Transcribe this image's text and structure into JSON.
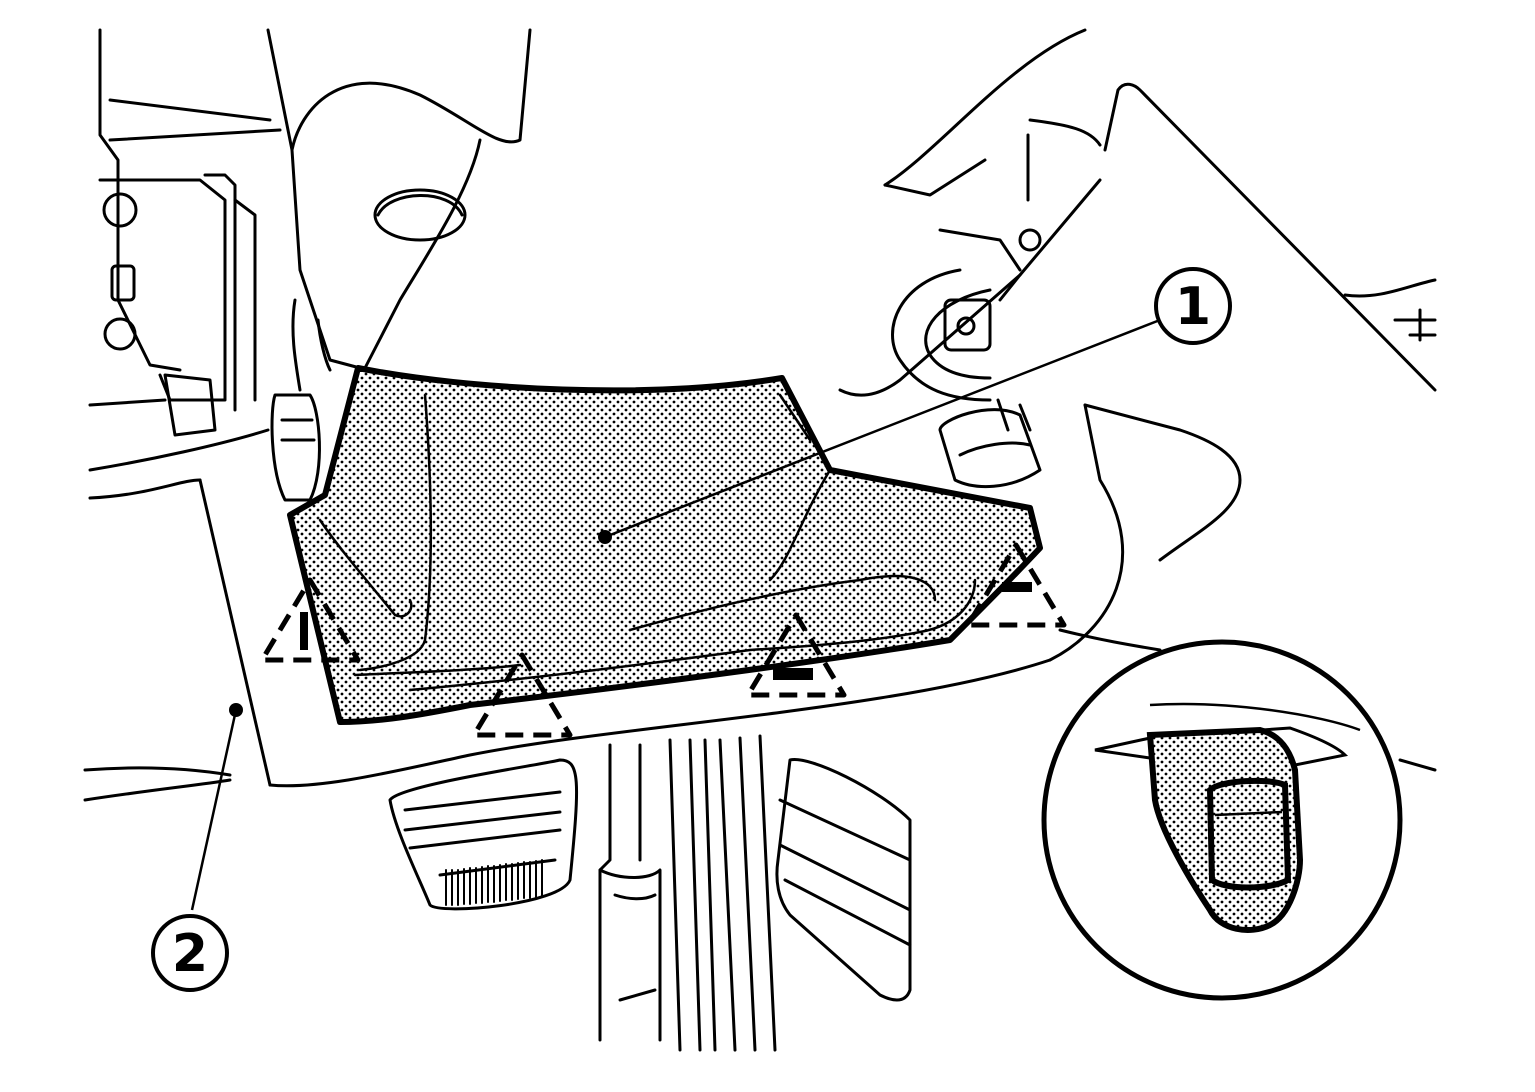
{
  "figure": {
    "background": "#ffffff",
    "ink": "#000000",
    "callouts": [
      {
        "id": "1",
        "label": "1"
      },
      {
        "id": "2",
        "label": "2"
      }
    ]
  },
  "icons": {
    "clip_marker": "dashed-triangle-icon",
    "detail_view": "clip-detail-magnifier-icon"
  }
}
